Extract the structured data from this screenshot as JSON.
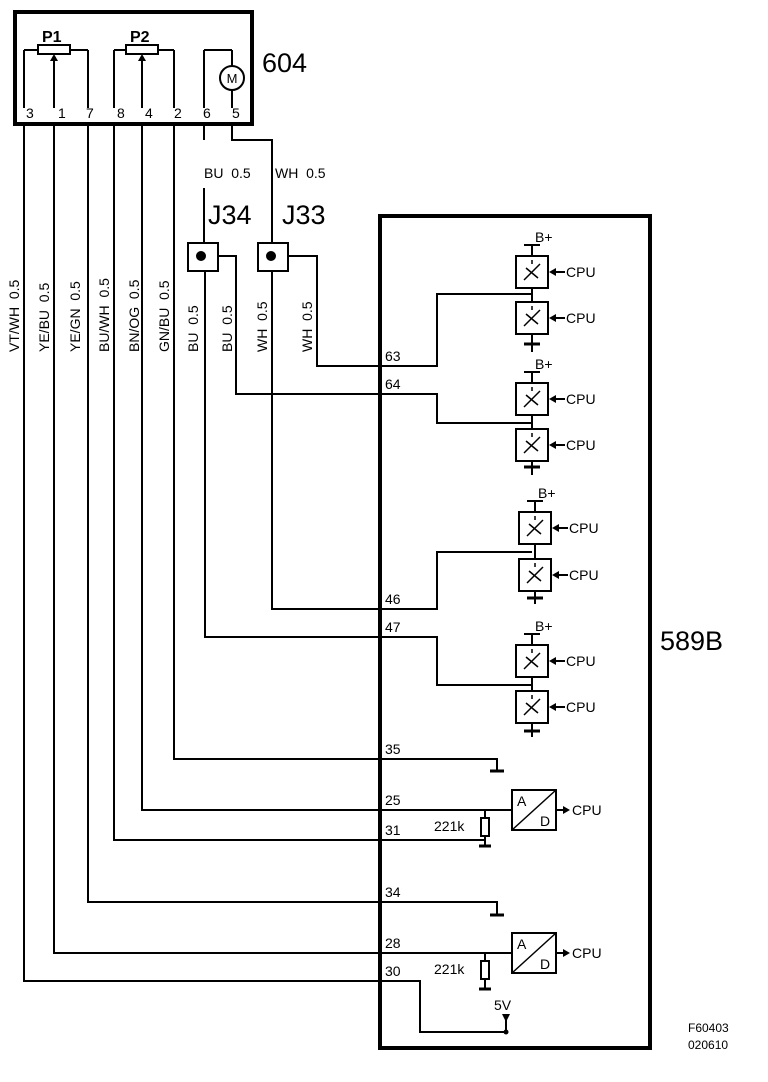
{
  "component_604": {
    "id": "604",
    "pot1": "P1",
    "pot2": "P2",
    "motor": "M",
    "pins": [
      "3",
      "1",
      "7",
      "8",
      "4",
      "2",
      "6",
      "5"
    ]
  },
  "wire_labels_vertical": [
    "VT/WH  0.5",
    "YE/BU  0.5",
    "YE/GN  0.5",
    "BU/WH  0.5",
    "BN/OG  0.5",
    "GN/BU  0.5",
    "BU  0.5",
    "BU  0.5",
    "WH  0.5",
    "WH  0.5"
  ],
  "wire_labels_top": [
    "BU  0.5",
    "WH  0.5"
  ],
  "junctions": [
    "J34",
    "J33"
  ],
  "module_589b": {
    "id": "589B",
    "pins": [
      "63",
      "64",
      "46",
      "47",
      "35",
      "25",
      "31",
      "34",
      "28",
      "30"
    ],
    "supply": "B+",
    "cpu": "CPU",
    "adc_a": "A",
    "adc_d": "D",
    "resistor": "221k",
    "voltage": "5V"
  },
  "footer": {
    "code": "F60403",
    "date": "020610"
  }
}
